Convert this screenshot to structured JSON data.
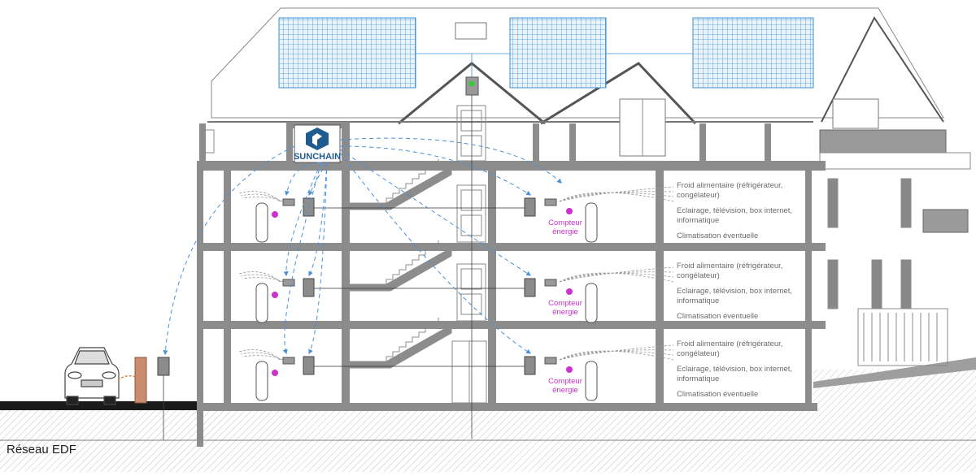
{
  "brand": {
    "name": "SUNCHAIN",
    "color": "#1f5b8e"
  },
  "grid_label": "Réseau EDF",
  "meter_label": [
    "Compteur",
    "énergie"
  ],
  "load_labels": [
    [
      "Froid alimentaire (réfrigérateur,",
      "congélateur)"
    ],
    [
      "Eclairage, télévision, box internet,",
      "informatique"
    ],
    [
      "Climatisation éventuelle"
    ]
  ],
  "colors": {
    "wall": "#8c8c8c",
    "solar_panel": "#3d8fd1",
    "link_dashed": "#4a90d9",
    "meter_dot": "#cc33cc",
    "ground_hatch": "#b0b0b0"
  },
  "icons": [
    "sunchain-logo-icon",
    "electric-car-icon",
    "water-heater-icon",
    "electrical-panel-icon",
    "solar-panel-icon"
  ]
}
